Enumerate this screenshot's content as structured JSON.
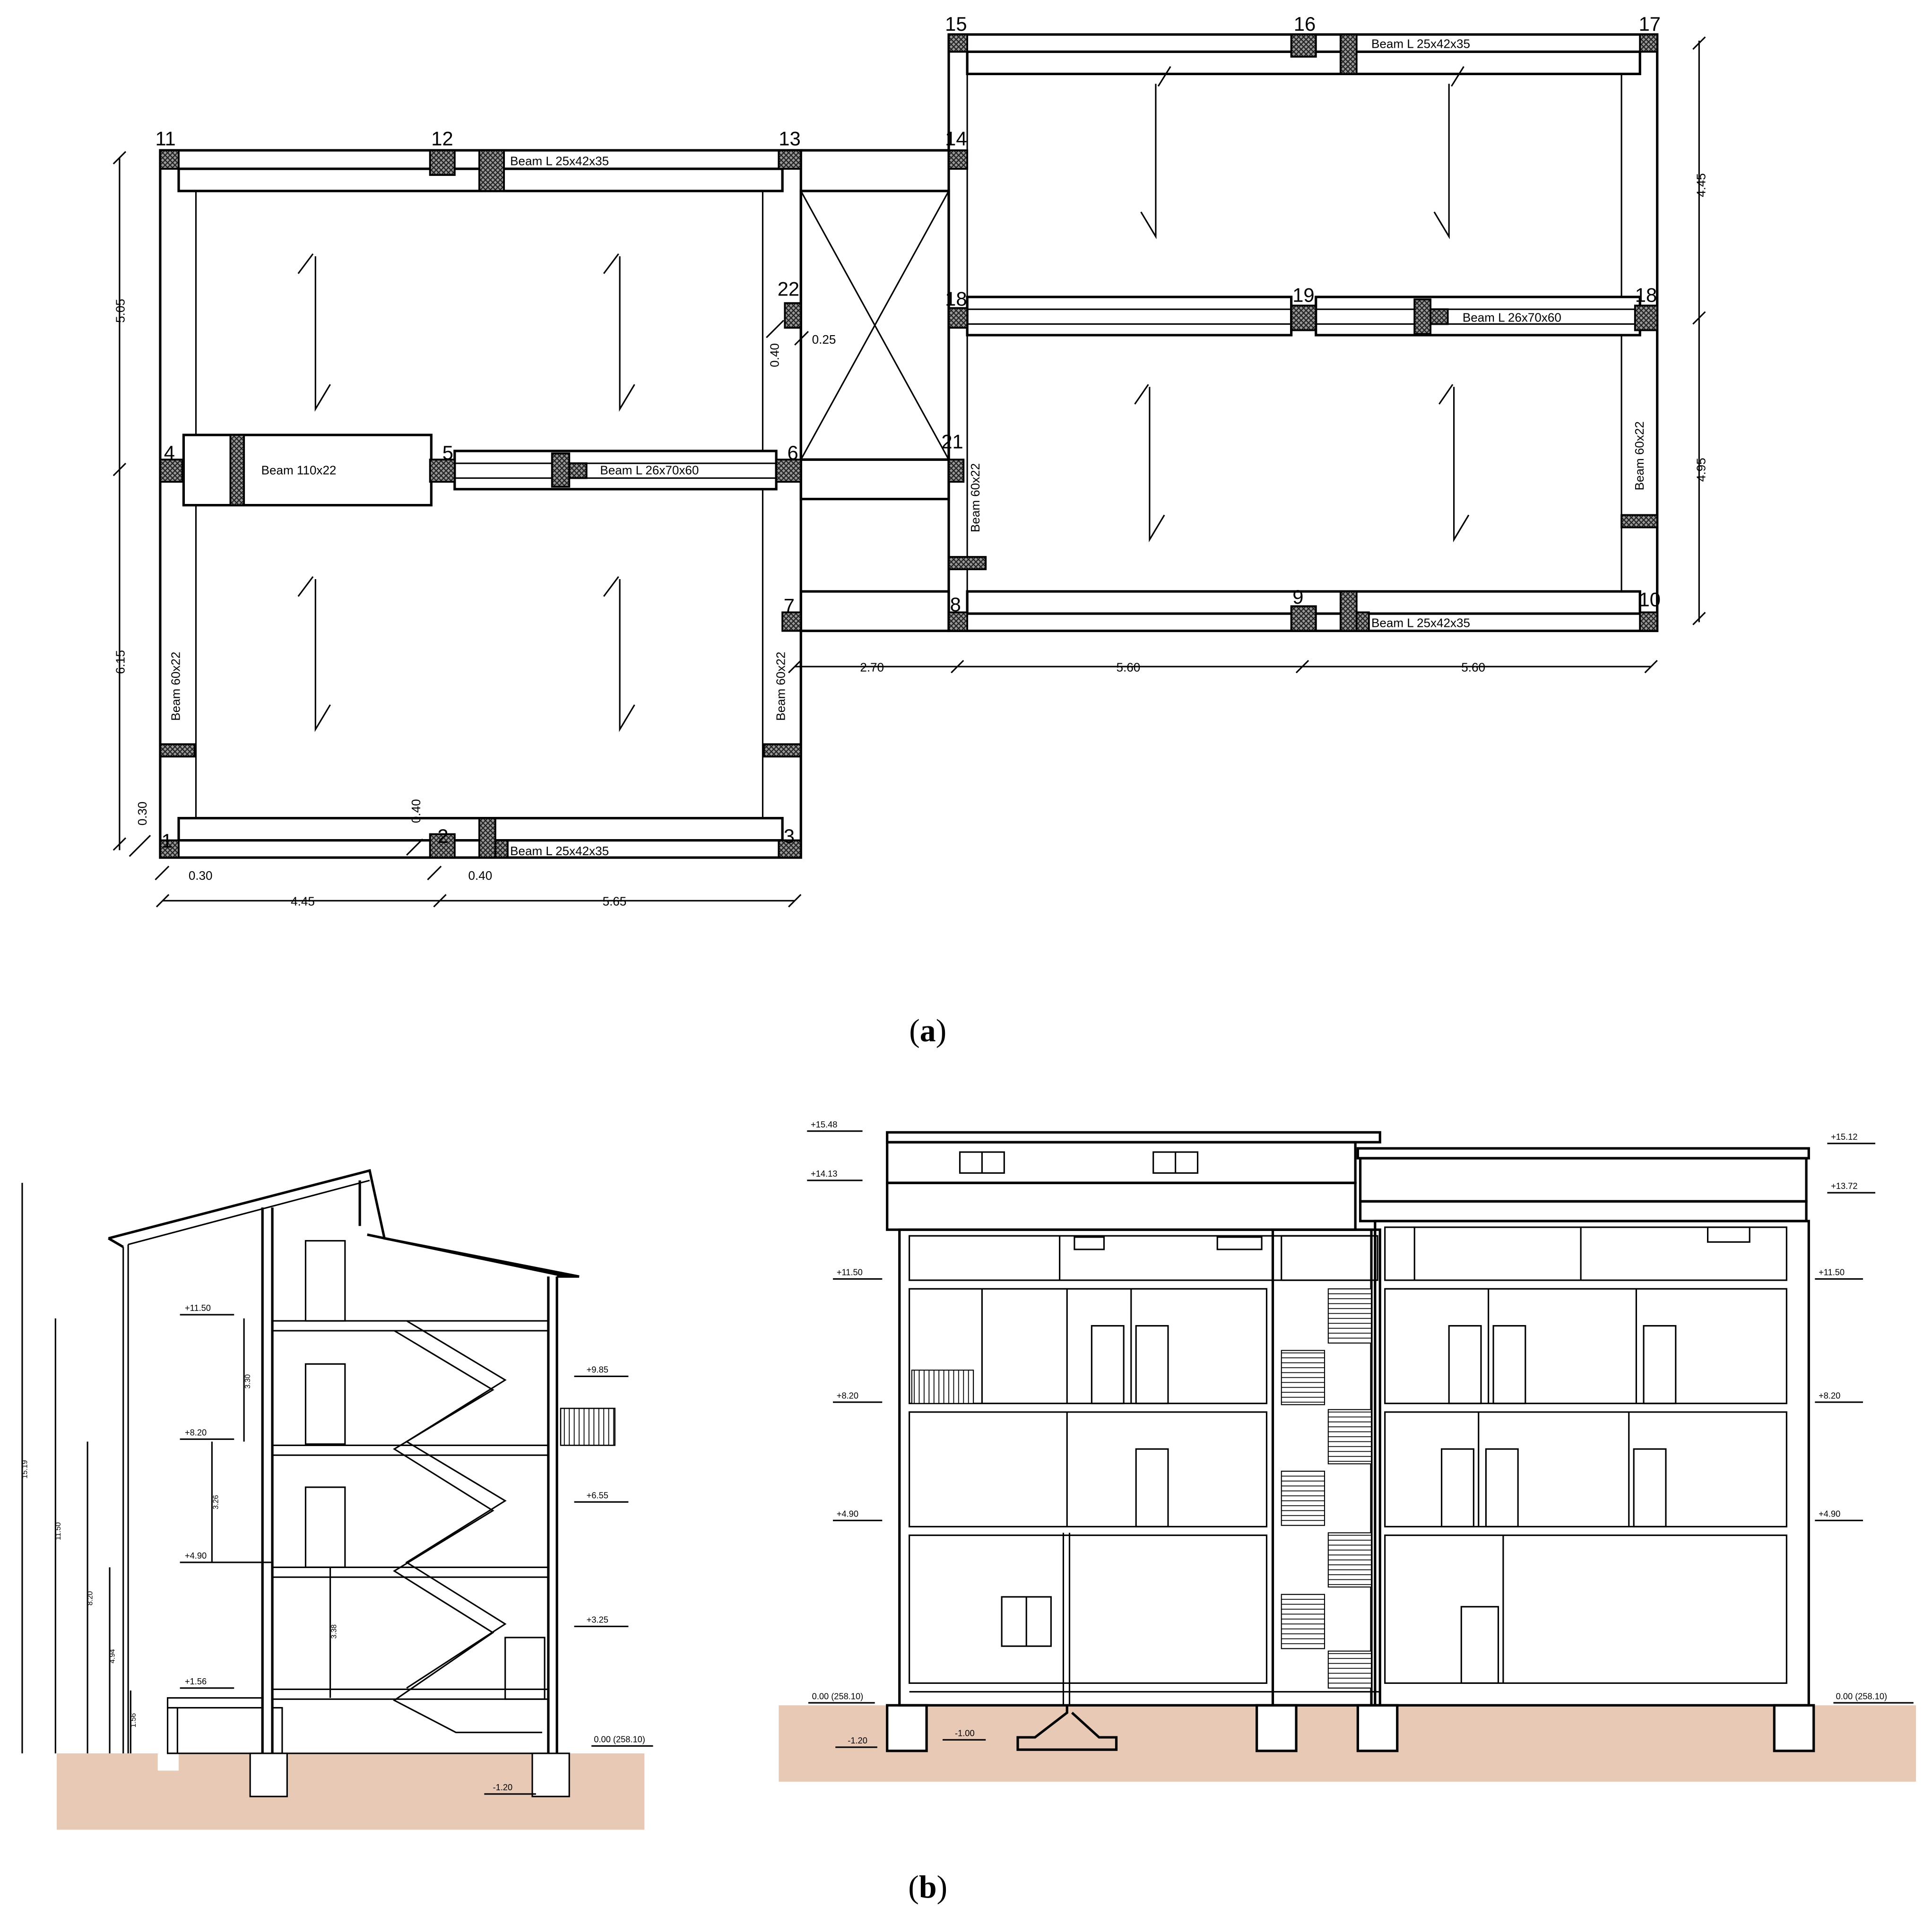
{
  "captions": {
    "a": "a",
    "b": "b"
  },
  "plan": {
    "columns": [
      "1",
      "2",
      "3",
      "4",
      "5",
      "6",
      "7",
      "8",
      "9",
      "10",
      "11",
      "12",
      "13",
      "14",
      "15",
      "16",
      "17",
      "18",
      "19",
      "18",
      "21",
      "22"
    ],
    "beams": {
      "b11_13": "Beam  L 25x42x35",
      "b15_17": "Beam  L 25x42x35",
      "b18_18": "Beam  L 26x70x60",
      "b4": "Beam  110x22",
      "b5_6": "Beam  L 26x70x60",
      "b8_10": "Beam  L 25x42x35",
      "b1_3": "Beam  L 25x42x35",
      "v_left": "Beam  60x22",
      "v_mid": "Beam  60x22",
      "v_21": "Beam  60x22",
      "v_right": "Beam  60x22"
    },
    "dims": {
      "left_top": "5.05",
      "left_bottom": "6.15",
      "left_small": "0.30",
      "col2_h": "0.40",
      "col22_h": "0.40",
      "col22_w": "0.25",
      "right_top": "4.45",
      "right_bottom": "4.95",
      "bottom_small_1": "0.30",
      "bottom_small_2": "0.40",
      "bottom_1": "4.45",
      "bottom_2": "5.65",
      "mid_1": "2.70",
      "mid_2": "5.60",
      "mid_3": "5.60"
    }
  },
  "section_left": {
    "levels": [
      "+11.50",
      "+8.20",
      "+4.90",
      "+1.56",
      "+9.85",
      "+6.55",
      "+3.25",
      "0.00 (258.10)",
      "-1.20"
    ],
    "heights": [
      "3.30",
      "3.26",
      "3.38"
    ],
    "vertical": [
      "15.19",
      "11.50",
      "8.20",
      "4.94",
      "1.56"
    ]
  },
  "section_right": {
    "levels_left": [
      "+15.48",
      "+14.13",
      "+11.50",
      "+8.20",
      "+4.90",
      "0.00 (258.10)",
      "-1.20",
      "-1.00"
    ],
    "levels_right": [
      "+15.12",
      "+13.72",
      "+11.50",
      "+8.20",
      "+4.90",
      "0.00 (258.10)"
    ]
  },
  "colors": {
    "soil": "#e8c9b5",
    "line": "#000000"
  }
}
